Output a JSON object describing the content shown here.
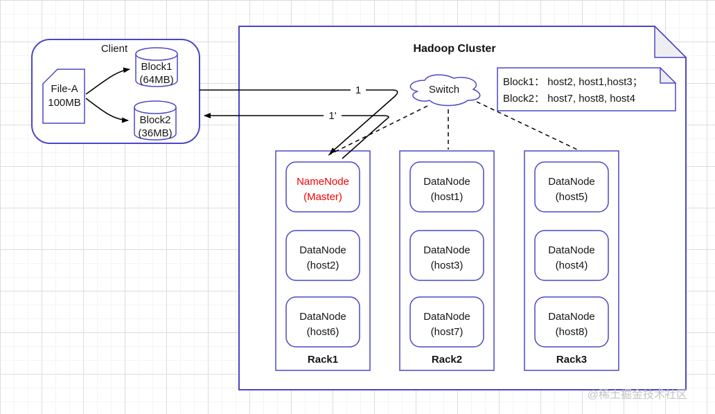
{
  "client": {
    "title": "Client",
    "file": {
      "line1": "File-A",
      "line2": "100MB"
    },
    "block1": {
      "line1": "Block1",
      "line2": "(64MB)"
    },
    "block2": {
      "line1": "Block2",
      "line2": "(36MB)"
    }
  },
  "cluster": {
    "title": "Hadoop Cluster",
    "switch_label": "Switch",
    "note": {
      "line1": "Block1： host2, host1,host3；",
      "line2": "Block2： host7, host8, host4"
    },
    "racks": [
      {
        "label": "Rack1",
        "nodes": [
          {
            "line1": "NameNode",
            "line2": "(Master)"
          },
          {
            "line1": "DataNode",
            "line2": "(host2)"
          },
          {
            "line1": "DataNode",
            "line2": "(host6)"
          }
        ]
      },
      {
        "label": "Rack2",
        "nodes": [
          {
            "line1": "DataNode",
            "line2": "(host1)"
          },
          {
            "line1": "DataNode",
            "line2": "(host3)"
          },
          {
            "line1": "DataNode",
            "line2": "(host7)"
          }
        ]
      },
      {
        "label": "Rack3",
        "nodes": [
          {
            "line1": "DataNode",
            "line2": "(host5)"
          },
          {
            "line1": "DataNode",
            "line2": "(host4)"
          },
          {
            "line1": "DataNode",
            "line2": "(host8)"
          }
        ]
      }
    ]
  },
  "edges": {
    "write_label": "1",
    "ack_label": "1'"
  },
  "watermark": "@稀土掘金技术社区",
  "colors": {
    "shape_border": "#4a46c7",
    "namenode_text": "#f50000",
    "line": "#000000",
    "fold_fill": "#ededf2",
    "watermark": "#c4c4c9"
  }
}
